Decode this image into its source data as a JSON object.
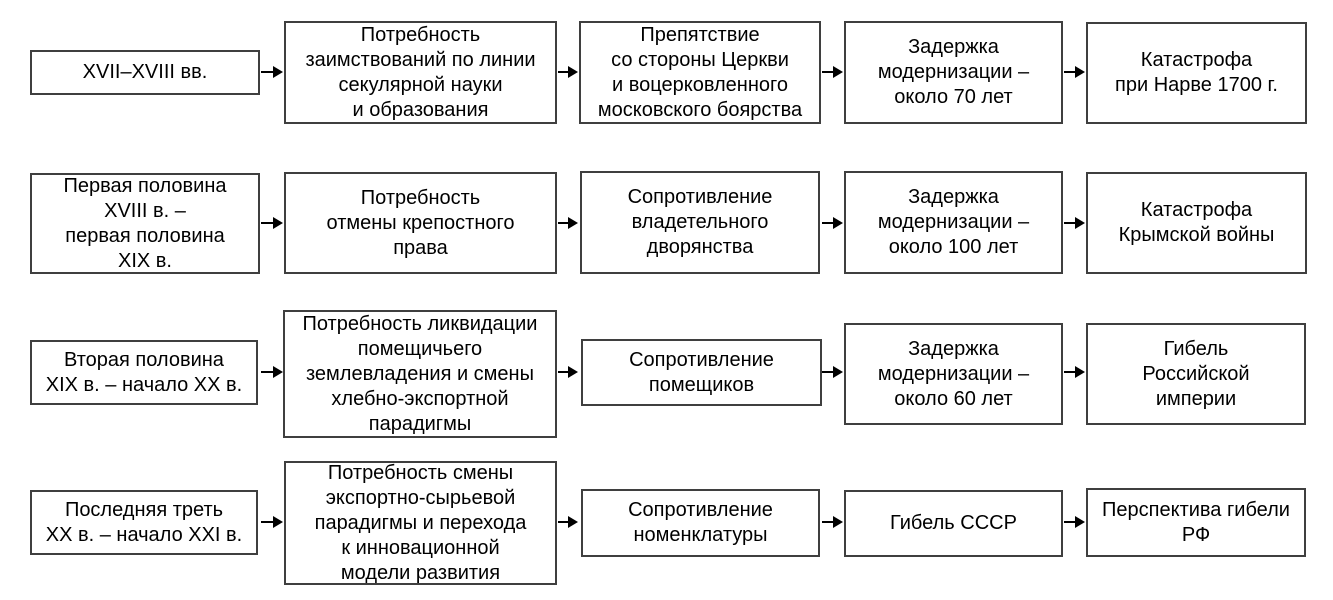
{
  "colors": {
    "background": "#ffffff",
    "box_border": "#3f3f3f",
    "text": "#000000",
    "arrow": "#000000"
  },
  "rows": [
    [
      "XVII–XVIII вв.",
      "Потребность\nзаимствований по линии\nсекулярной науки\nи образования",
      "Препятствие\nсо стороны Церкви\nи воцерковленного\nмосковского боярства",
      "Задержка\nмодернизации –\nоколо 70 лет",
      "Катастрофа\nпри Нарве 1700 г."
    ],
    [
      "Первая половина\nXVIII в. –\nпервая половина\nXIX в.",
      "Потребность\nотмены крепостного\nправа",
      "Сопротивление\nвладетельного\nдворянства",
      "Задержка\nмодернизации –\nоколо 100 лет",
      "Катастрофа\nКрымской войны"
    ],
    [
      "Вторая половина\nXIX в. – начало XX в.",
      "Потребность ликвидации\nпомещичьего\nземлевладения и смены\nхлебно-экспортной\nпарадигмы",
      "Сопротивление\nпомещиков",
      "Задержка\nмодернизации –\nоколо 60 лет",
      "Гибель\nРоссийской\nимперии"
    ],
    [
      "Последняя треть\nXX в. – начало XXI в.",
      "Потребность смены\nэкспортно-сырьевой\nпарадигмы и перехода\nк инновационной\nмодели развития",
      "Сопротивление\nноменклатуры",
      "Гибель СССР",
      "Перспектива гибели\nРФ"
    ]
  ]
}
